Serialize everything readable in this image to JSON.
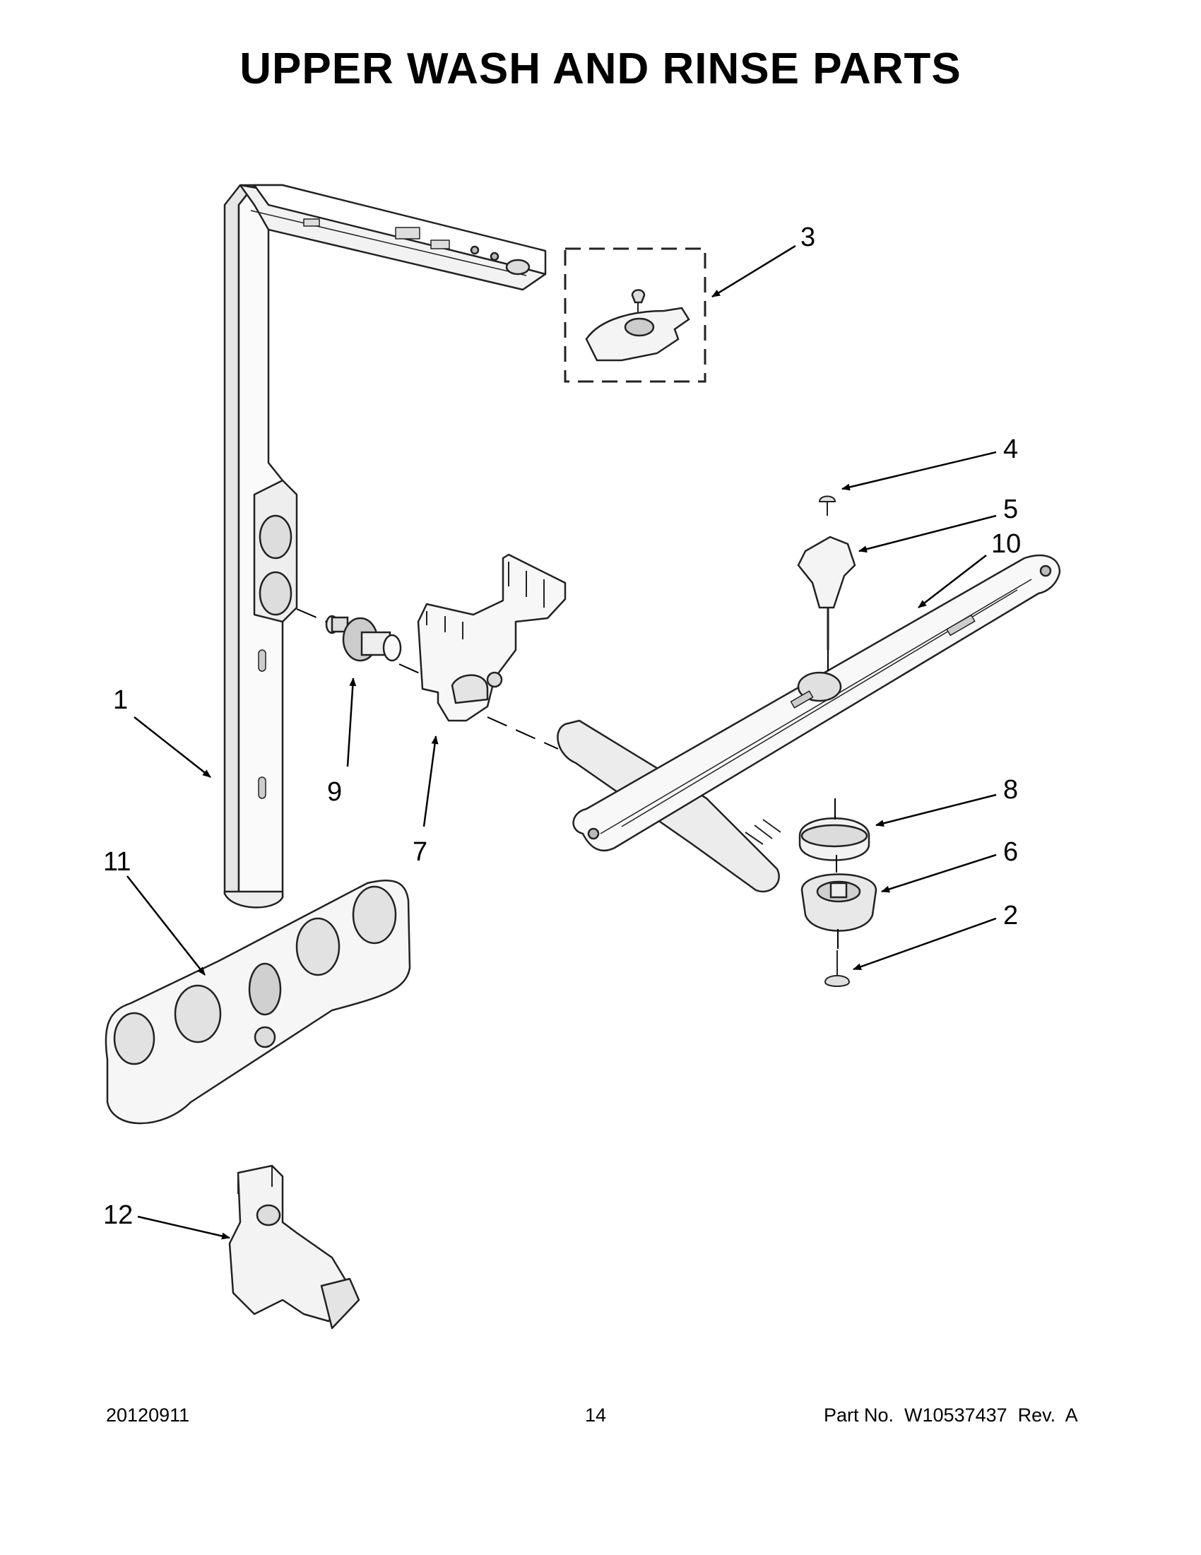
{
  "title": "UPPER WASH AND RINSE PARTS",
  "callouts": {
    "c1": "1",
    "c2": "2",
    "c3": "3",
    "c4": "4",
    "c5": "5",
    "c6": "6",
    "c7": "7",
    "c8": "8",
    "c9": "9",
    "c10": "10",
    "c11": "11",
    "c12": "12"
  },
  "footer": {
    "date": "20120911",
    "page": "14",
    "part": "Part No.  W10537437  Rev.  A"
  }
}
